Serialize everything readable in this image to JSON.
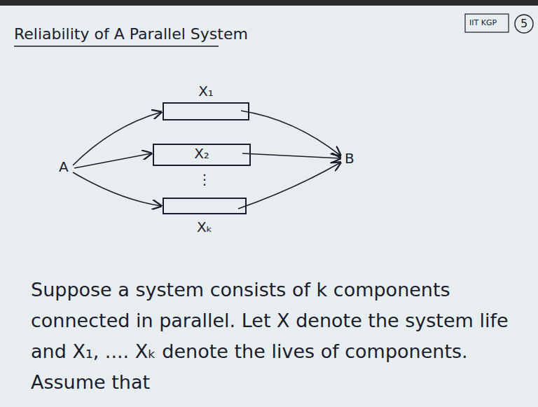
{
  "diagram": {
    "title": "Reliability of A Parallel System",
    "nodes": [
      {
        "text": [
          "X₁"
        ]
      },
      {
        "text": [
          "X₂"
        ]
      },
      {
        "text": [
          "Xₖ"
        ]
      }
    ],
    "labels": [
      "A",
      "B",
      "⋮",
      "IIT KGP",
      "5",
      "Suppose a system consists of k components connected in parallel. Let X denote the system life and X₁, .... Xₖ denote the lives of components. Assume that"
    ]
  }
}
